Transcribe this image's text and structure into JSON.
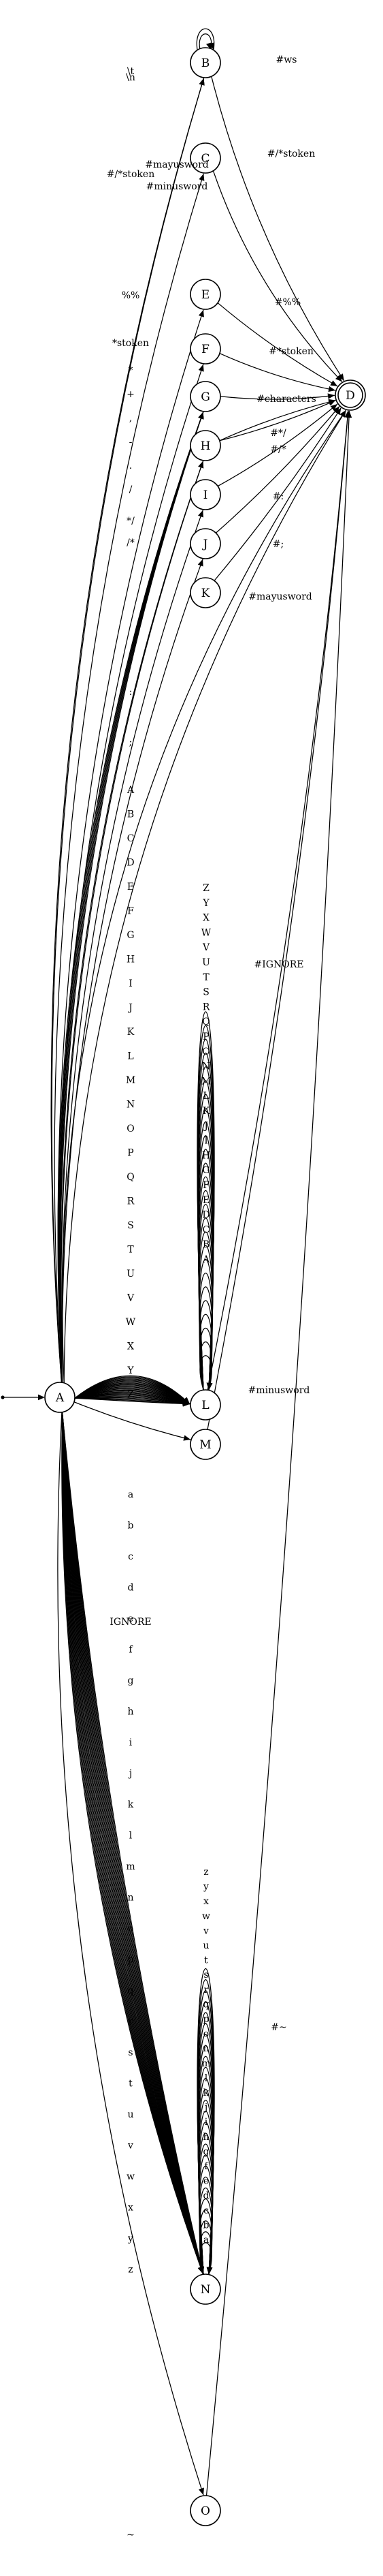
{
  "nodes": [
    {
      "id": "A",
      "label": "A",
      "accepting": false,
      "start": true
    },
    {
      "id": "B",
      "label": "B",
      "accepting": false
    },
    {
      "id": "C",
      "label": "C",
      "accepting": false
    },
    {
      "id": "D",
      "label": "D",
      "accepting": true
    },
    {
      "id": "E",
      "label": "E",
      "accepting": false
    },
    {
      "id": "F",
      "label": "F",
      "accepting": false
    },
    {
      "id": "G",
      "label": "G",
      "accepting": false
    },
    {
      "id": "H",
      "label": "H",
      "accepting": false
    },
    {
      "id": "I",
      "label": "I",
      "accepting": false
    },
    {
      "id": "J",
      "label": "J",
      "accepting": false
    },
    {
      "id": "K",
      "label": "K",
      "accepting": false
    },
    {
      "id": "L",
      "label": "L",
      "accepting": false
    },
    {
      "id": "M",
      "label": "M",
      "accepting": false
    },
    {
      "id": "N",
      "label": "N",
      "accepting": false
    },
    {
      "id": "O",
      "label": "O",
      "accepting": false
    }
  ],
  "edges": [
    {
      "from": "A",
      "to": "B",
      "label": "\\t"
    },
    {
      "from": "A",
      "to": "B",
      "label": "\\n"
    },
    {
      "from": "A",
      "to": "C",
      "label": "#/*stoken"
    },
    {
      "from": "A",
      "to": "D",
      "label": "#mayusword"
    },
    {
      "from": "A",
      "to": "D",
      "label": "#minusword"
    },
    {
      "from": "A",
      "to": "E",
      "label": "%%"
    },
    {
      "from": "A",
      "to": "F",
      "label": "*stoken"
    },
    {
      "from": "A",
      "to": "G",
      "label": "*"
    },
    {
      "from": "A",
      "to": "G",
      "label": "+"
    },
    {
      "from": "A",
      "to": "G",
      "label": ","
    },
    {
      "from": "A",
      "to": "G",
      "label": "-"
    },
    {
      "from": "A",
      "to": "G",
      "label": "."
    },
    {
      "from": "A",
      "to": "G",
      "label": "/"
    },
    {
      "from": "A",
      "to": "H",
      "label": "*/"
    },
    {
      "from": "A",
      "to": "H",
      "label": "/*"
    },
    {
      "from": "A",
      "to": "I",
      "label": ":"
    },
    {
      "from": "A",
      "to": "J",
      "label": ";"
    },
    {
      "from": "A",
      "to": "L",
      "label": "A"
    },
    {
      "from": "A",
      "to": "L",
      "label": "B"
    },
    {
      "from": "A",
      "to": "L",
      "label": "C"
    },
    {
      "from": "A",
      "to": "L",
      "label": "D"
    },
    {
      "from": "A",
      "to": "L",
      "label": "E"
    },
    {
      "from": "A",
      "to": "L",
      "label": "F"
    },
    {
      "from": "A",
      "to": "L",
      "label": "G"
    },
    {
      "from": "A",
      "to": "L",
      "label": "H"
    },
    {
      "from": "A",
      "to": "L",
      "label": "I"
    },
    {
      "from": "A",
      "to": "L",
      "label": "J"
    },
    {
      "from": "A",
      "to": "L",
      "label": "K"
    },
    {
      "from": "A",
      "to": "L",
      "label": "L"
    },
    {
      "from": "A",
      "to": "L",
      "label": "M"
    },
    {
      "from": "A",
      "to": "L",
      "label": "N"
    },
    {
      "from": "A",
      "to": "L",
      "label": "O"
    },
    {
      "from": "A",
      "to": "L",
      "label": "P"
    },
    {
      "from": "A",
      "to": "L",
      "label": "Q"
    },
    {
      "from": "A",
      "to": "L",
      "label": "R"
    },
    {
      "from": "A",
      "to": "L",
      "label": "S"
    },
    {
      "from": "A",
      "to": "L",
      "label": "T"
    },
    {
      "from": "A",
      "to": "L",
      "label": "U"
    },
    {
      "from": "A",
      "to": "L",
      "label": "V"
    },
    {
      "from": "A",
      "to": "L",
      "label": "W"
    },
    {
      "from": "A",
      "to": "L",
      "label": "X"
    },
    {
      "from": "A",
      "to": "L",
      "label": "Y"
    },
    {
      "from": "A",
      "to": "L",
      "label": "Z"
    },
    {
      "from": "A",
      "to": "M",
      "label": "IGNORE"
    },
    {
      "from": "A",
      "to": "N",
      "label": "a"
    },
    {
      "from": "A",
      "to": "N",
      "label": "b"
    },
    {
      "from": "A",
      "to": "N",
      "label": "c"
    },
    {
      "from": "A",
      "to": "N",
      "label": "d"
    },
    {
      "from": "A",
      "to": "N",
      "label": "e"
    },
    {
      "from": "A",
      "to": "N",
      "label": "f"
    },
    {
      "from": "A",
      "to": "N",
      "label": "g"
    },
    {
      "from": "A",
      "to": "N",
      "label": "h"
    },
    {
      "from": "A",
      "to": "N",
      "label": "i"
    },
    {
      "from": "A",
      "to": "N",
      "label": "j"
    },
    {
      "from": "A",
      "to": "N",
      "label": "k"
    },
    {
      "from": "A",
      "to": "N",
      "label": "l"
    },
    {
      "from": "A",
      "to": "N",
      "label": "m"
    },
    {
      "from": "A",
      "to": "N",
      "label": "n"
    },
    {
      "from": "A",
      "to": "N",
      "label": "o"
    },
    {
      "from": "A",
      "to": "N",
      "label": "p"
    },
    {
      "from": "A",
      "to": "N",
      "label": "q"
    },
    {
      "from": "A",
      "to": "N",
      "label": "r"
    },
    {
      "from": "A",
      "to": "N",
      "label": "s"
    },
    {
      "from": "A",
      "to": "N",
      "label": "t"
    },
    {
      "from": "A",
      "to": "N",
      "label": "u"
    },
    {
      "from": "A",
      "to": "N",
      "label": "v"
    },
    {
      "from": "A",
      "to": "N",
      "label": "w"
    },
    {
      "from": "A",
      "to": "N",
      "label": "x"
    },
    {
      "from": "A",
      "to": "N",
      "label": "y"
    },
    {
      "from": "A",
      "to": "N",
      "label": "z"
    },
    {
      "from": "A",
      "to": "O",
      "label": "~"
    },
    {
      "from": "B",
      "to": "B",
      "label": ""
    },
    {
      "from": "B",
      "to": "B",
      "label": ""
    },
    {
      "from": "B",
      "to": "D",
      "label": "#ws"
    },
    {
      "from": "C",
      "to": "D",
      "label": "#/*stoken"
    },
    {
      "from": "E",
      "to": "D",
      "label": "#%%"
    },
    {
      "from": "F",
      "to": "D",
      "label": "#*stoken"
    },
    {
      "from": "G",
      "to": "D",
      "label": "#characters"
    },
    {
      "from": "H",
      "to": "D",
      "label": "#*/"
    },
    {
      "from": "H",
      "to": "D",
      "label": "#/*"
    },
    {
      "from": "I",
      "to": "D",
      "label": "#:"
    },
    {
      "from": "J",
      "to": "D",
      "label": "#;"
    },
    {
      "from": "K",
      "to": "D",
      "label": "#mayusword"
    },
    {
      "from": "L",
      "to": "D",
      "label": "#IGNORE"
    },
    {
      "from": "M",
      "to": "D",
      "label": "#minusword"
    },
    {
      "from": "O",
      "to": "D",
      "label": "#~"
    },
    {
      "from": "L",
      "to": "L",
      "label": "A"
    },
    {
      "from": "L",
      "to": "L",
      "label": "B"
    },
    {
      "from": "L",
      "to": "L",
      "label": "C"
    },
    {
      "from": "L",
      "to": "L",
      "label": "D"
    },
    {
      "from": "L",
      "to": "L",
      "label": "E"
    },
    {
      "from": "L",
      "to": "L",
      "label": "F"
    },
    {
      "from": "L",
      "to": "L",
      "label": "G"
    },
    {
      "from": "L",
      "to": "L",
      "label": "H"
    },
    {
      "from": "L",
      "to": "L",
      "label": "I"
    },
    {
      "from": "L",
      "to": "L",
      "label": "J"
    },
    {
      "from": "L",
      "to": "L",
      "label": "K"
    },
    {
      "from": "L",
      "to": "L",
      "label": "L"
    },
    {
      "from": "L",
      "to": "L",
      "label": "M"
    },
    {
      "from": "L",
      "to": "L",
      "label": "N"
    },
    {
      "from": "L",
      "to": "L",
      "label": "O"
    },
    {
      "from": "L",
      "to": "L",
      "label": "P"
    },
    {
      "from": "L",
      "to": "L",
      "label": "Q"
    },
    {
      "from": "L",
      "to": "L",
      "label": "R"
    },
    {
      "from": "L",
      "to": "L",
      "label": "S"
    },
    {
      "from": "L",
      "to": "L",
      "label": "T"
    },
    {
      "from": "L",
      "to": "L",
      "label": "U"
    },
    {
      "from": "L",
      "to": "L",
      "label": "V"
    },
    {
      "from": "L",
      "to": "L",
      "label": "W"
    },
    {
      "from": "L",
      "to": "L",
      "label": "X"
    },
    {
      "from": "L",
      "to": "L",
      "label": "Y"
    },
    {
      "from": "L",
      "to": "L",
      "label": "Z"
    },
    {
      "from": "N",
      "to": "N",
      "label": "a"
    },
    {
      "from": "N",
      "to": "N",
      "label": "b"
    },
    {
      "from": "N",
      "to": "N",
      "label": "c"
    },
    {
      "from": "N",
      "to": "N",
      "label": "d"
    },
    {
      "from": "N",
      "to": "N",
      "label": "e"
    },
    {
      "from": "N",
      "to": "N",
      "label": "f"
    },
    {
      "from": "N",
      "to": "N",
      "label": "g"
    },
    {
      "from": "N",
      "to": "N",
      "label": "h"
    },
    {
      "from": "N",
      "to": "N",
      "label": "i"
    },
    {
      "from": "N",
      "to": "N",
      "label": "j"
    },
    {
      "from": "N",
      "to": "N",
      "label": "k"
    },
    {
      "from": "N",
      "to": "N",
      "label": "l"
    },
    {
      "from": "N",
      "to": "N",
      "label": "m"
    },
    {
      "from": "N",
      "to": "N",
      "label": "n"
    },
    {
      "from": "N",
      "to": "N",
      "label": "o"
    },
    {
      "from": "N",
      "to": "N",
      "label": "p"
    },
    {
      "from": "N",
      "to": "N",
      "label": "q"
    },
    {
      "from": "N",
      "to": "N",
      "label": "r"
    },
    {
      "from": "N",
      "to": "N",
      "label": "s"
    },
    {
      "from": "N",
      "to": "N",
      "label": "t"
    },
    {
      "from": "N",
      "to": "N",
      "label": "u"
    },
    {
      "from": "N",
      "to": "N",
      "label": "v"
    },
    {
      "from": "N",
      "to": "N",
      "label": "w"
    },
    {
      "from": "N",
      "to": "N",
      "label": "x"
    },
    {
      "from": "N",
      "to": "N",
      "label": "y"
    },
    {
      "from": "N",
      "to": "N",
      "label": "z"
    }
  ]
}
